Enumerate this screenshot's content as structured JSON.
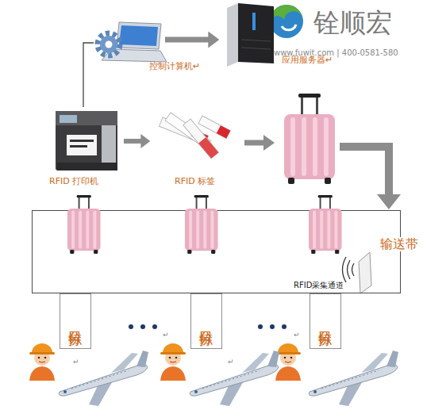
{
  "diagram": {
    "nodes": [
      {
        "text": [
          "控制计算机↵"
        ]
      },
      {
        "text": [
          "应用服务器↵"
        ]
      },
      {
        "text": [
          "RFID 打印机"
        ]
      },
      {
        "text": [
          "RFID 标签"
        ]
      },
      {
        "text": [
          "输送带"
        ]
      },
      {
        "text": [
          "分拣口"
        ]
      },
      {
        "text": [
          "分拣口"
        ]
      },
      {
        "text": [
          "分拣口"
        ]
      }
    ],
    "edges": [
      {
        "from": 0,
        "to": 1,
        "arrow": "to"
      },
      {
        "from": 2,
        "to": 0,
        "arrow": "none"
      },
      {
        "from": 2,
        "to": 3,
        "arrow": "to"
      }
    ],
    "labels": [
      "铨顺宏",
      "www.fuwit.com | 400-0581-580",
      "RFID采集通道",
      "↵",
      "↵",
      "↵",
      "↵"
    ]
  }
}
